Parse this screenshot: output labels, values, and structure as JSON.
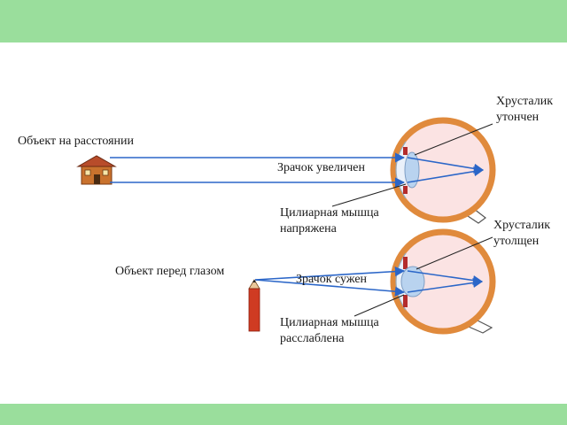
{
  "colors": {
    "band": "#9ADE9C",
    "ray": "#2B66C8",
    "sclera": "#E08A3C",
    "eye_fill": "#FBE3E3",
    "lens": "#B9D3EF",
    "iris_red": "#B42C2C",
    "pencil_red": "#CF3B22",
    "house_wall": "#C9722D",
    "house_roof": "#B84C2A"
  },
  "labels": {
    "object_far": "Объект на расстоянии",
    "object_near": "Объект перед глазом",
    "pupil_dilated": "Зрачок увеличен",
    "pupil_constricted": "Зрачок сужен",
    "lens_thin_line1": "Хрусталик",
    "lens_thin_line2": "утончен",
    "lens_thick_line1": "Хрусталик",
    "lens_thick_line2": "утолщен",
    "muscle_tense_line1": "Цилиарная мышца",
    "muscle_tense_line2": "напряжена",
    "muscle_relaxed_line1": "Цилиарная мышца",
    "muscle_relaxed_line2": "расслаблена"
  },
  "icons": {
    "far_object": "house-icon",
    "near_object": "pencil-icon"
  }
}
